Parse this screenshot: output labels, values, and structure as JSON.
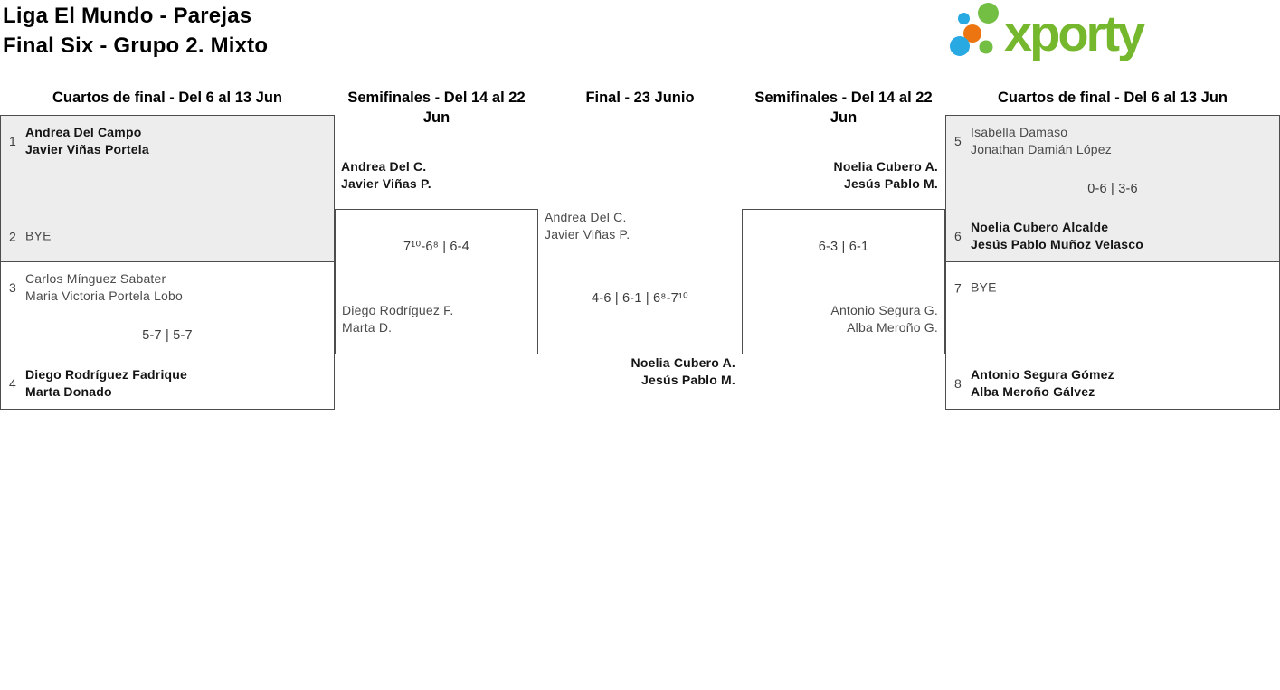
{
  "title": {
    "lines": [
      "Liga El Mundo - Parejas",
      "Final Six - Grupo 2. Mixto"
    ]
  },
  "logo": {
    "text": "xporty",
    "colors": {
      "green": "#76b82d",
      "dot_green": "#72bf44",
      "blue": "#29a9e1",
      "orange": "#ec7512"
    }
  },
  "columns": [
    {
      "lines": [
        "Cuartos de final - Del 6 al 13 Jun",
        ""
      ]
    },
    {
      "lines": [
        "Semifinales - Del 14 al 22",
        "Jun"
      ]
    },
    {
      "lines": [
        "Final - 23 Junio",
        ""
      ]
    },
    {
      "lines": [
        "Semifinales - Del 14 al 22",
        "Jun"
      ]
    },
    {
      "lines": [
        "Cuartos de final - Del 6 al 13 Jun",
        ""
      ]
    }
  ],
  "matches": {
    "qf1": {
      "top_seed": "1",
      "top": [
        "Andrea Del Campo",
        "Javier Viñas Portela"
      ],
      "score": "",
      "bottom_seed": "2",
      "bottom": [
        "BYE",
        ""
      ]
    },
    "qf2": {
      "top_seed": "3",
      "top": [
        "Carlos Mínguez Sabater",
        "Maria Victoria Portela Lobo"
      ],
      "score": "5-7 | 5-7",
      "bottom_seed": "4",
      "bottom": [
        "Diego Rodríguez Fadrique",
        "Marta Donado"
      ]
    },
    "sf1": {
      "winner": [
        "Andrea Del C.",
        "Javier Viñas P."
      ],
      "score": "7¹⁰-6⁸ | 6-4",
      "loser": [
        "Diego Rodríguez F.",
        "Marta D."
      ]
    },
    "final": {
      "runner_up": [
        "Andrea Del C.",
        "Javier Viñas P."
      ],
      "score": "4-6 | 6-1 | 6⁸-7¹⁰",
      "winner": [
        "Noelia Cubero A.",
        "Jesús Pablo M."
      ]
    },
    "sf2": {
      "winner": [
        "Noelia Cubero A.",
        "Jesús Pablo M."
      ],
      "score": "6-3 | 6-1",
      "loser": [
        "Antonio Segura G.",
        "Alba Meroño G."
      ]
    },
    "qf3": {
      "top_seed": "5",
      "top": [
        "Isabella Damaso",
        "Jonathan Damián López"
      ],
      "score": "0-6 | 3-6",
      "bottom_seed": "6",
      "bottom": [
        "Noelia Cubero Alcalde",
        "Jesús Pablo Muñoz Velasco"
      ]
    },
    "qf4": {
      "top_seed": "7",
      "top": [
        "BYE",
        ""
      ],
      "score": "",
      "bottom_seed": "8",
      "bottom": [
        "Antonio Segura Gómez",
        "Alba Meroño Gálvez"
      ]
    }
  }
}
